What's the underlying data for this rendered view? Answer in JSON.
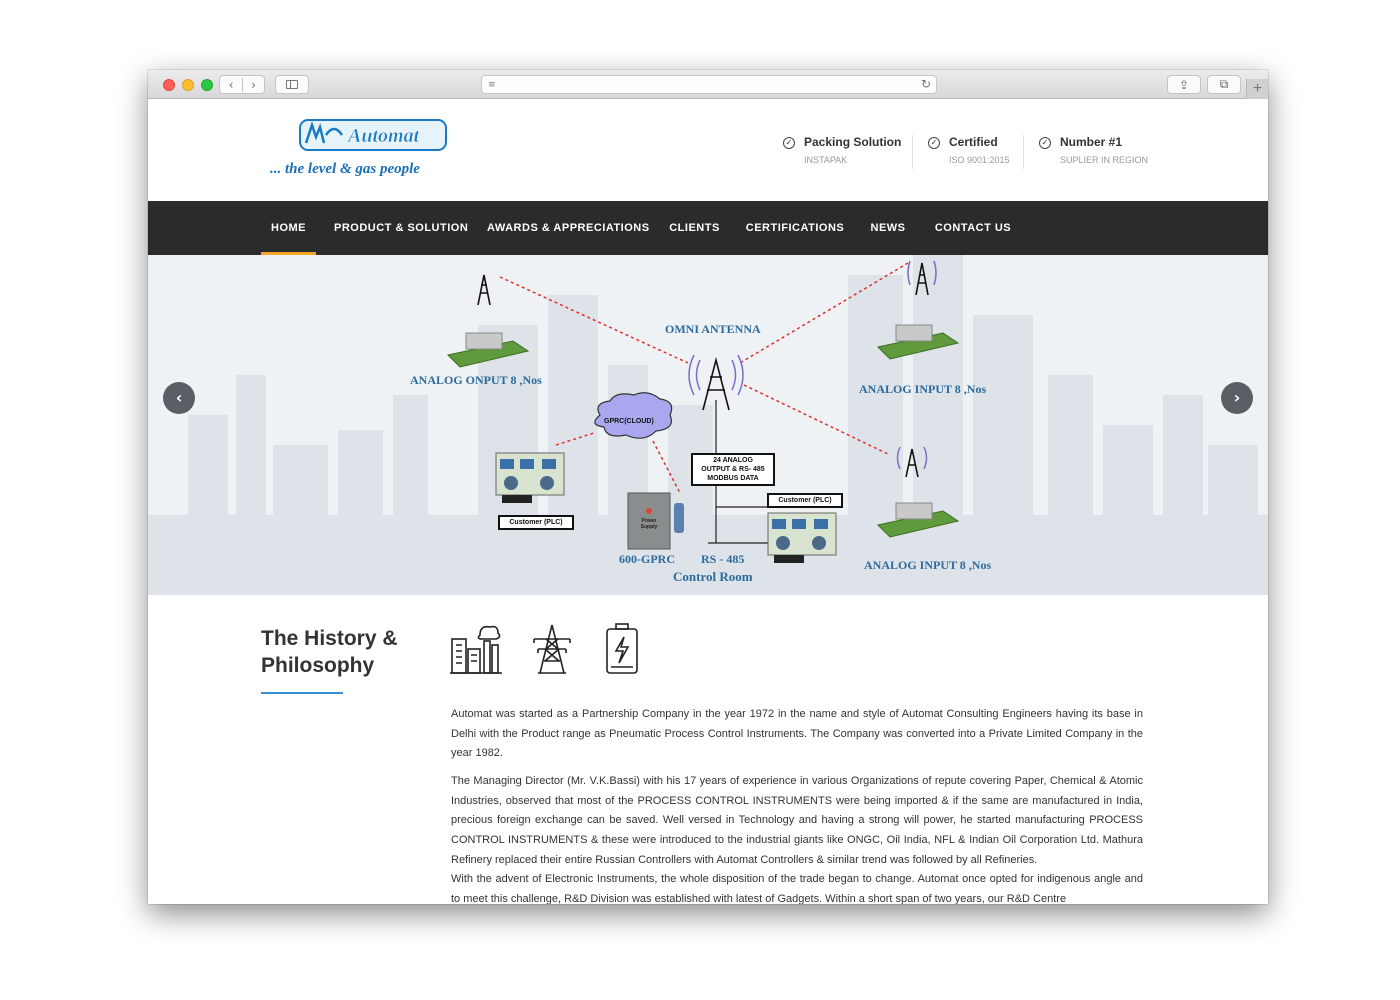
{
  "header": {
    "logo_text": "Automat",
    "tagline": "... the level & gas people",
    "features": [
      {
        "title": "Packing Solution",
        "subtitle": "INSTAPAK"
      },
      {
        "title": "Certified",
        "subtitle": "ISO 9001:2015"
      },
      {
        "title": "Number #1",
        "subtitle": "SUPLIER IN REGION"
      }
    ]
  },
  "nav": {
    "items": [
      {
        "label": "HOME",
        "active": true
      },
      {
        "label": "PRODUCT & SOLUTION",
        "active": false
      },
      {
        "label": "AWARDS & APPRECIATIONS",
        "active": false
      },
      {
        "label": "CLIENTS",
        "active": false
      },
      {
        "label": "CERTIFICATIONS",
        "active": false
      },
      {
        "label": "NEWS",
        "active": false
      },
      {
        "label": "CONTACT US",
        "active": false
      }
    ],
    "active_color": "#f5a623"
  },
  "hero": {
    "omni_antenna": "OMNI ANTENNA",
    "analog_output": "ANALOG ONPUT 8 ,Nos",
    "analog_input_1": "ANALOG INPUT 8 ,Nos",
    "analog_input_2": "ANALOG INPUT 8 ,Nos",
    "cloud": "GPRC(CLOUD)",
    "data_box": [
      "24 ANALOG",
      "OUTPUT & RS- 485",
      "MODBUS DATA"
    ],
    "customer_left": "Customer (PLC)",
    "customer_right": "Customer (PLC)",
    "power_supply": "Power Supply",
    "gprc": "600-GPRC",
    "rs485": "RS - 485",
    "control_room": "Control Room",
    "prev_icon": "chevron-left-icon",
    "next_icon": "chevron-right-icon"
  },
  "content": {
    "title": "The History & Philosophy",
    "icons": [
      "factory-icon",
      "power-tower-icon",
      "battery-icon"
    ],
    "paragraphs": [
      "Automat was started as a Partnership Company in the year 1972 in the name and style of Automat Consulting Engineers having its base in Delhi with the Product range as Pneumatic Process Control Instruments. The Company was converted into a Private Limited Company in the year 1982.",
      "The Managing Director (Mr. V.K.Bassi) with his 17 years of experience in various Organizations of repute covering Paper, Chemical & Atomic Industries, observed that most of the PROCESS CONTROL INSTRUMENTS were being imported & if the same are manufactured in India, precious foreign exchange can be saved. Well versed in Technology and having a strong will power, he started manufacturing PROCESS CONTROL INSTRUMENTS & these were introduced to the industrial giants like ONGC, Oil India, NFL & Indian Oil Corporation Ltd. Mathura Refinery replaced their entire Russian Controllers with Automat Controllers & similar trend was followed by all Refineries.",
      "With the advent of Electronic Instruments, the whole disposition of the trade began to change. Automat once opted for indigenous angle and to meet this challenge, R&D Division was established with latest of Gadgets. Within a short span of two years, our R&D Centre"
    ]
  },
  "colors": {
    "nav_bg": "#2b2b2b",
    "accent_blue": "#3a8fd0",
    "diagram_label": "#2d6b9c"
  }
}
